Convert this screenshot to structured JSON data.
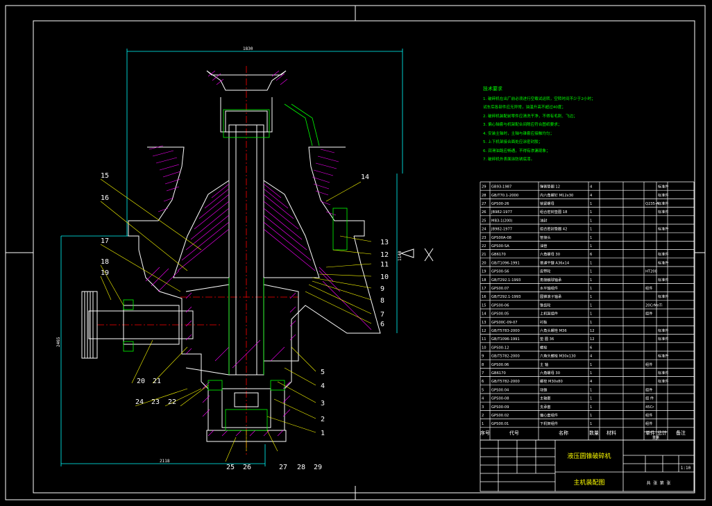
{
  "colors": {
    "background": "#000000",
    "frame": "#ffffff",
    "outline": "#ffffff",
    "hatch": "#ff00ff",
    "centerline": "#ff0000",
    "dimension": "#00ffff",
    "leader": "#ffff00",
    "notes": "#00ff00",
    "table_grid": "#ffffff",
    "table_text": "#ffffff"
  },
  "dimensions": {
    "top_width": "1830",
    "bottom_width": "2118",
    "right_height": "1140",
    "left_height": "2465"
  },
  "part_labels_left": [
    "15",
    "16",
    "17",
    "18",
    "19",
    "20",
    "21",
    "24",
    "23",
    "22",
    "25",
    "26"
  ],
  "part_labels_right": [
    "14",
    "13",
    "12",
    "11",
    "10",
    "9",
    "8",
    "7",
    "6",
    "5",
    "4",
    "3",
    "2",
    "1"
  ],
  "part_labels_bottom": [
    "27",
    "28",
    "29"
  ],
  "tech_notes": {
    "heading": "技术要求",
    "lines": [
      "1. 破碎机在出厂前必须进行空载试运转，空转时间不少于2小时；",
      "   试车后各部件应无异常，油温升高不超过40度；",
      "2. 破碎机装配前零件应清洗干净，不得有毛刺、飞边；",
      "3. 偏心轴套与机架配合间隙应符合图纸要求；",
      "4. 安装主轴时，主轴与锥套应接触均匀；",
      "5. 上下机架接合面处应涂密封胶；",
      "6. 润滑油路应畅通，不得有渗漏现象；",
      "7. 破碎机外表面涂防锈底漆。"
    ]
  },
  "parts_table": {
    "rows": [
      [
        "29",
        "GB93-1987",
        "弹簧垫圈 12",
        "4",
        "",
        "",
        "标准件"
      ],
      [
        "28",
        "GB/T70.1-2000",
        "内六角螺钉 M12x30",
        "4",
        "",
        "",
        "标准件"
      ],
      [
        "27",
        "GPS00-26",
        "锁紧螺母",
        "1",
        "",
        "Q235-A",
        "标准件"
      ],
      [
        "26",
        "JB982-1977",
        "组合密封垫圈 18",
        "1",
        "",
        "",
        "标准件"
      ],
      [
        "25",
        "MB3-1(200)",
        "油封",
        "1",
        "",
        "",
        ""
      ],
      [
        "24",
        "JB982-1977",
        "组合密封垫圈 42",
        "1",
        "",
        "",
        "标准件"
      ],
      [
        "23",
        "GPS00A-08",
        "管接头",
        "1",
        "",
        "",
        ""
      ],
      [
        "22",
        "GPS00-SA",
        "油管",
        "1",
        "",
        "",
        ""
      ],
      [
        "21",
        "GB6170",
        "六角螺母 30",
        "6",
        "",
        "",
        "标准件"
      ],
      [
        "20",
        "GB/T1096-1991",
        "普通平键 A36x14",
        "1",
        "",
        "",
        "标准件"
      ],
      [
        "19",
        "GPS00-S6",
        "皮带轮",
        "1",
        "",
        "HT200",
        ""
      ],
      [
        "18",
        "GB/T292.1-1993",
        "角接触球轴承",
        "1",
        "",
        "",
        "标准件"
      ],
      [
        "17",
        "GPS00.07",
        "水平轴组件",
        "1",
        "",
        "组件",
        ""
      ],
      [
        "16",
        "GB/T292.1-1993",
        "圆锥滚子轴承",
        "1",
        "",
        "",
        "标准件"
      ],
      [
        "15",
        "GPS00-06",
        "锥齿轮",
        "1",
        "",
        "20CrMnTi",
        ""
      ],
      [
        "14",
        "GPS00.05",
        "上机架组件",
        "1",
        "",
        "组件",
        ""
      ],
      [
        "13",
        "GPS00C-09-07",
        "衬板",
        "1",
        "",
        "",
        ""
      ],
      [
        "12",
        "GB/T5783-2000",
        "六角头螺栓 M36",
        "12",
        "",
        "",
        "标准件"
      ],
      [
        "11",
        "GB/T1096-1991",
        "垫 圈 36",
        "12",
        "",
        "",
        "标准件"
      ],
      [
        "10",
        "GPS00-12",
        "螺栓",
        "6",
        "",
        "",
        ""
      ],
      [
        "9",
        "GB/T5782-2000",
        "六角头螺栓 M30x130",
        "4",
        "",
        "",
        "标准件"
      ],
      [
        "8",
        "GPS00.06",
        "主 轴",
        "1",
        "",
        "组件",
        ""
      ],
      [
        "7",
        "GB6170",
        "六角螺母 30",
        "1",
        "",
        "",
        "标准件"
      ],
      [
        "6",
        "GB/T5782-2000",
        "螺栓 M30x80",
        "4",
        "",
        "",
        "标准件"
      ],
      [
        "5",
        "GPS00.04",
        "动锥",
        "1",
        "",
        "组件",
        ""
      ],
      [
        "4",
        "GPS00-08",
        "主轴套",
        "1",
        "",
        "组 件",
        ""
      ],
      [
        "3",
        "GPS00-09",
        "支承套",
        "1",
        "",
        "45Cr",
        ""
      ],
      [
        "2",
        "GPS00.02",
        "偏心套组件",
        "1",
        "",
        "组件",
        ""
      ],
      [
        "1",
        "GPS00.01",
        "下机架组件",
        "1",
        "",
        "组件",
        ""
      ]
    ],
    "header": [
      "序号",
      "代号",
      "名称",
      "数量",
      "材料",
      "单件",
      "总计",
      "备注"
    ],
    "header_sub": "重量"
  },
  "title_block": {
    "product": "液压圆锥破碎机",
    "drawing": "主机装配图",
    "sheet": "1:10",
    "sheets": "共  张  第  张"
  }
}
